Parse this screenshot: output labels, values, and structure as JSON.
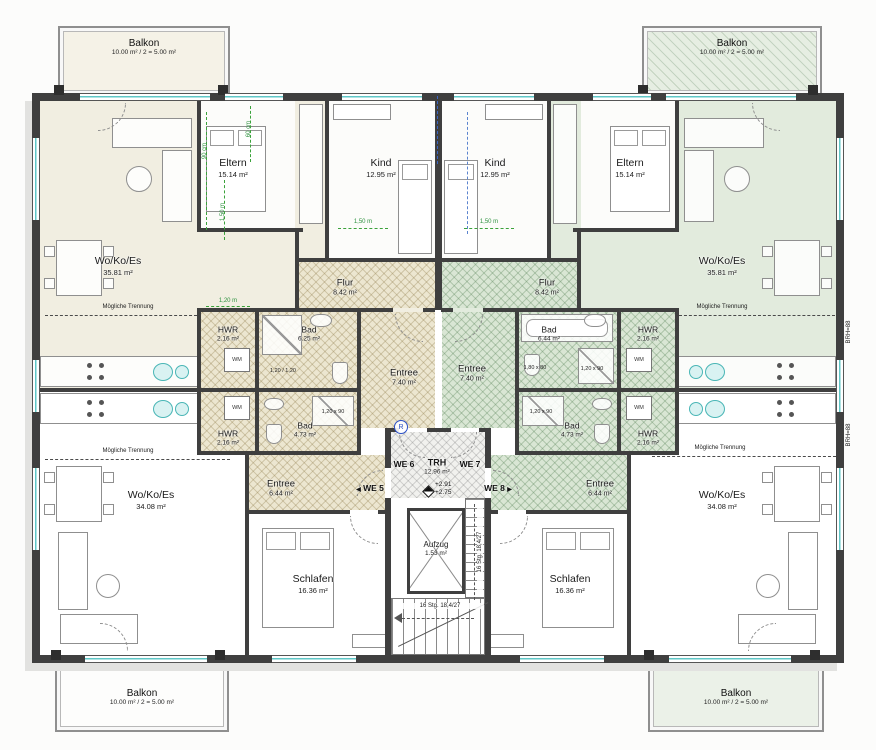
{
  "balconies": {
    "top_left": {
      "name": "Balkon",
      "area": "10.00 m² / 2 = 5.00 m²"
    },
    "top_right": {
      "name": "Balkon",
      "area": "10.00 m² / 2 = 5.00 m²"
    },
    "bottom_left": {
      "name": "Balkon",
      "area": "10.00 m² / 2 = 5.00 m²"
    },
    "bottom_right": {
      "name": "Balkon",
      "area": "10.00 m² / 2 = 5.00 m²"
    }
  },
  "apartments": {
    "upper_left": {
      "wokoes": {
        "name": "Wo/Ko/Es",
        "area": "35.81 m²"
      },
      "eltern": {
        "name": "Eltern",
        "area": "15.14 m²"
      },
      "kind": {
        "name": "Kind",
        "area": "12.95 m²"
      },
      "flur": {
        "name": "Flur",
        "area": "8.42 m²"
      },
      "hwr": {
        "name": "HWR",
        "area": "2.16 m²"
      },
      "bad": {
        "name": "Bad",
        "area": "6.25 m²"
      },
      "entree": {
        "name": "Entree",
        "area": "7.40 m²"
      }
    },
    "upper_right": {
      "wokoes": {
        "name": "Wo/Ko/Es",
        "area": "35.81 m²"
      },
      "eltern": {
        "name": "Eltern",
        "area": "15.14 m²"
      },
      "kind": {
        "name": "Kind",
        "area": "12.95 m²"
      },
      "flur": {
        "name": "Flur",
        "area": "8.42 m²"
      },
      "hwr": {
        "name": "HWR",
        "area": "2.16 m²"
      },
      "bad": {
        "name": "Bad",
        "area": "6.44 m²"
      },
      "entree": {
        "name": "Entree",
        "area": "7.40 m²"
      }
    },
    "lower_left": {
      "wokoes": {
        "name": "Wo/Ko/Es",
        "area": "34.08 m²"
      },
      "entree": {
        "name": "Entree",
        "area": "6.44 m²"
      },
      "hwr": {
        "name": "HWR",
        "area": "2.16 m²"
      },
      "bad": {
        "name": "Bad",
        "area": "4.73 m²"
      },
      "schlafen": {
        "name": "Schlafen",
        "area": "16.36 m²"
      }
    },
    "lower_right": {
      "wokoes": {
        "name": "Wo/Ko/Es",
        "area": "34.08 m²"
      },
      "entree": {
        "name": "Entree",
        "area": "6.44 m²"
      },
      "hwr": {
        "name": "HWR",
        "area": "2.16 m²"
      },
      "bad": {
        "name": "Bad",
        "area": "4.73 m²"
      },
      "schlafen": {
        "name": "Schlafen",
        "area": "16.36 m²"
      }
    }
  },
  "core": {
    "we5": "WE 5",
    "we6": "WE 6",
    "we7": "WE 7",
    "we8": "WE 8",
    "we5_arrow": "◀",
    "we8_arrow": "▶",
    "trh": {
      "name": "TRH",
      "area": "12.96 m²"
    },
    "aufzug": {
      "name": "Aufzug",
      "area": "1.53 m²"
    },
    "level_upper": "+2.91",
    "level_lower": "+2.75",
    "stair_note": "16 Stg. 18,4/27",
    "detector": "R"
  },
  "annotations": {
    "separation": "Mögliche Trennung",
    "brh": "BRH=88",
    "wm": "WM",
    "shower_upper_left": "1,20 / 1,20",
    "tub_upper_right": "1,80 x 80",
    "shower_upper_right": "1,20 x 90",
    "shower_lower_left": "1,20 x 90",
    "shower_lower_right": "1,20 x 90",
    "dim_90cm": "90 cm",
    "dim_60cm": "60 cm",
    "dim_150m": "1,50 m",
    "dim_120m": "1,20 m"
  },
  "colors": {
    "left_tint": "#f1eee1",
    "right_tint": "#e2ebdd",
    "wall": "#3f3f3f",
    "window_glass": "#5fc7c7",
    "axis_blue": "#3b66c4",
    "dim_green": "#2f9240"
  }
}
